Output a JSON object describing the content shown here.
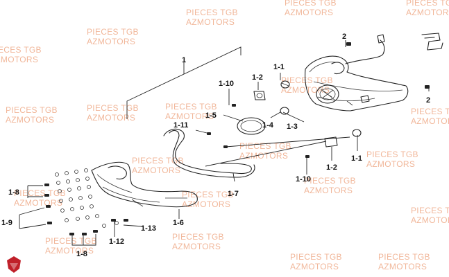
{
  "watermark": {
    "line1": "PIECES TGB",
    "line2": "AZMOTORS"
  },
  "labels": {
    "l1": "1",
    "l2a": "2",
    "l2b": "2",
    "l1_1a": "1-1",
    "l1_1b": "1-1",
    "l1_2a": "1-2",
    "l1_2b": "1-2",
    "l1_3": "1-3",
    "l1_4": "1-4",
    "l1_5": "1-5",
    "l1_6": "1-6",
    "l1_7": "1-7",
    "l1_8a": "1-8",
    "l1_8b": "1-8",
    "l1_9": "1-9",
    "l1_10a": "1-10",
    "l1_10b": "1-10",
    "l1_11": "1-11",
    "l1_12": "1-12",
    "l1_13": "1-13"
  },
  "colors": {
    "watermark": "#f1b79a",
    "logo": "#c0202a",
    "line": "#222222"
  }
}
